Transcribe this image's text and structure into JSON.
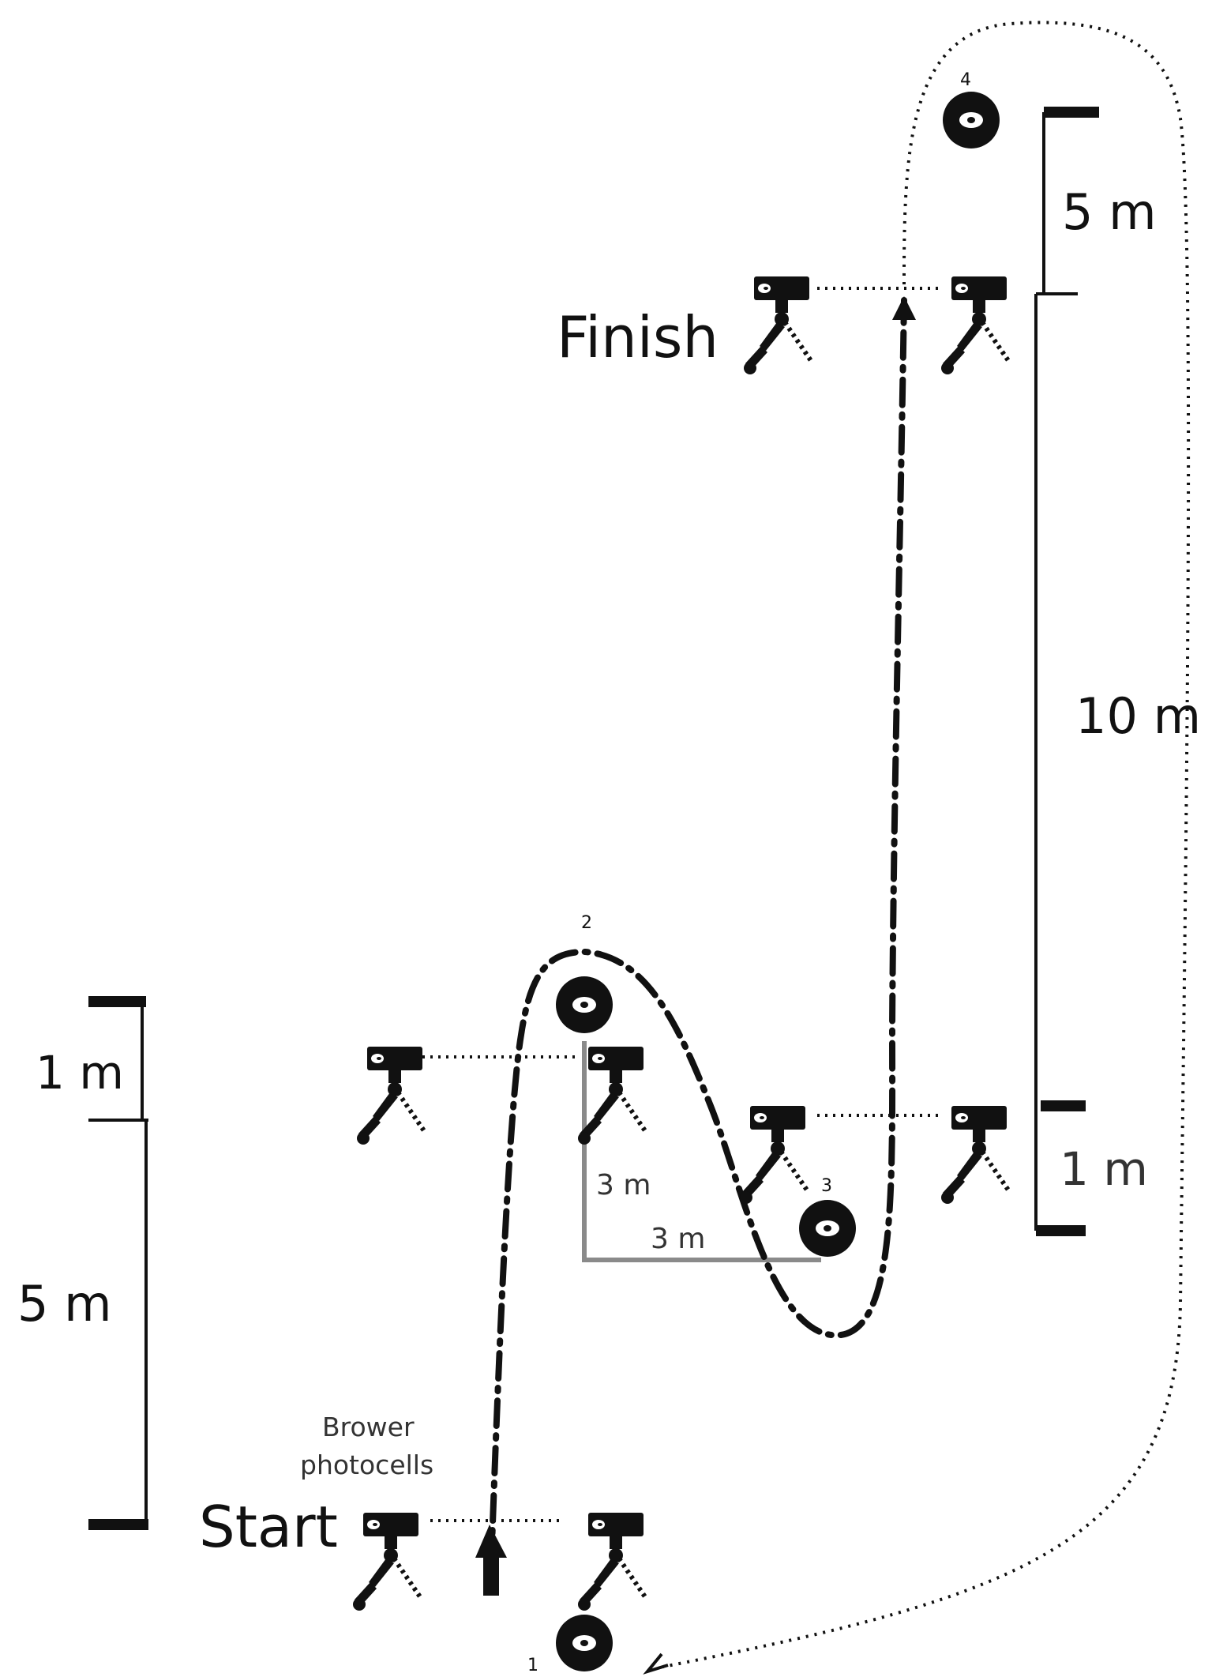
{
  "labels": {
    "finish": "Finish",
    "start": "Start",
    "photocells_line1": "Brower",
    "photocells_line2": "photocells"
  },
  "dimensions": {
    "top_right_5m": "5 m",
    "right_10m": "10 m",
    "right_1m": "1 m",
    "left_1m": "1 m",
    "left_5m": "5 m",
    "inner_vertical_3m": "3 m",
    "inner_horizontal_3m": "3 m"
  },
  "cones": [
    {
      "id": "cone-1",
      "number": "1"
    },
    {
      "id": "cone-2",
      "number": "2"
    },
    {
      "id": "cone-3",
      "number": "3"
    },
    {
      "id": "cone-4",
      "number": "4"
    }
  ],
  "colors": {
    "ink": "#111111",
    "grey_line": "#8a8a8a"
  }
}
